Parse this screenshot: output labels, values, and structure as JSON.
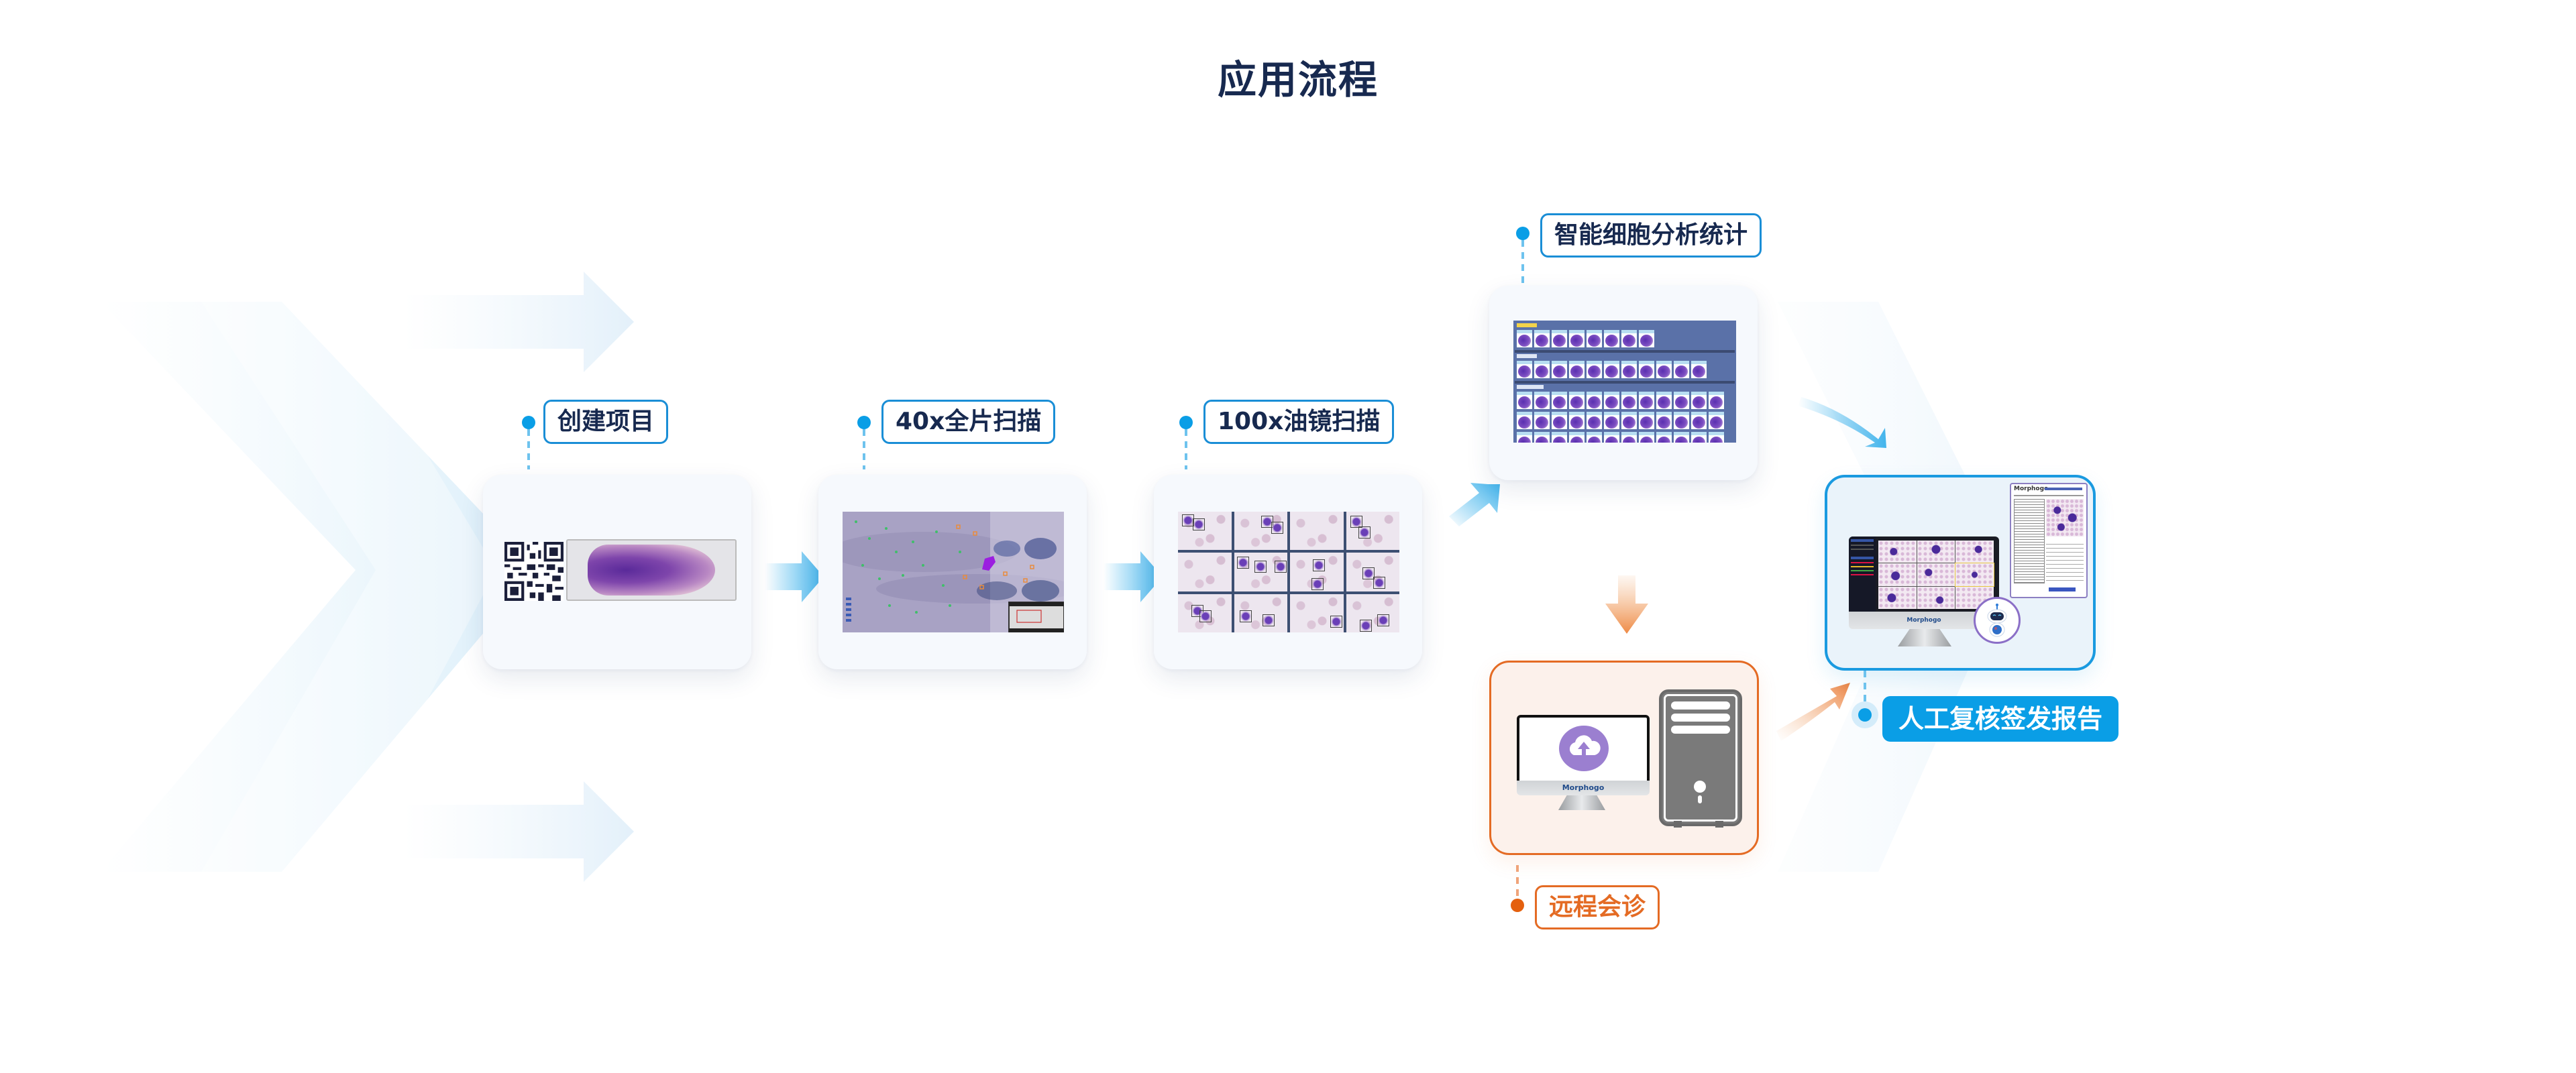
{
  "title": "应用流程",
  "steps": [
    {
      "id": "create-project",
      "label": "创建项目"
    },
    {
      "id": "scan-40x",
      "label": "40x全片扫描"
    },
    {
      "id": "scan-100x",
      "label": "100x油镜扫描"
    },
    {
      "id": "cell-analysis",
      "label": "智能细胞分析统计"
    },
    {
      "id": "remote-consult",
      "label": "远程会诊"
    },
    {
      "id": "manual-review",
      "label": "人工复核签发报告"
    }
  ],
  "brand": {
    "monitor_text": "Morphogo",
    "report_title": "Morphogo"
  },
  "icons": {
    "upload": "cloud-upload-icon",
    "robot": "robot-assistant-icon",
    "qr": "qr-code-icon"
  },
  "colors": {
    "title": "#17294f",
    "primary_blue": "#0a9ee6",
    "orange": "#e46b24",
    "card_bg": "#f6f9fd",
    "orange_card_bg": "#fcf1eb"
  },
  "gallery": {
    "rows": [
      {
        "count": 8
      },
      {
        "count": 11
      },
      {
        "count": 12
      },
      {
        "count": 12
      },
      {
        "count": 12
      }
    ]
  }
}
